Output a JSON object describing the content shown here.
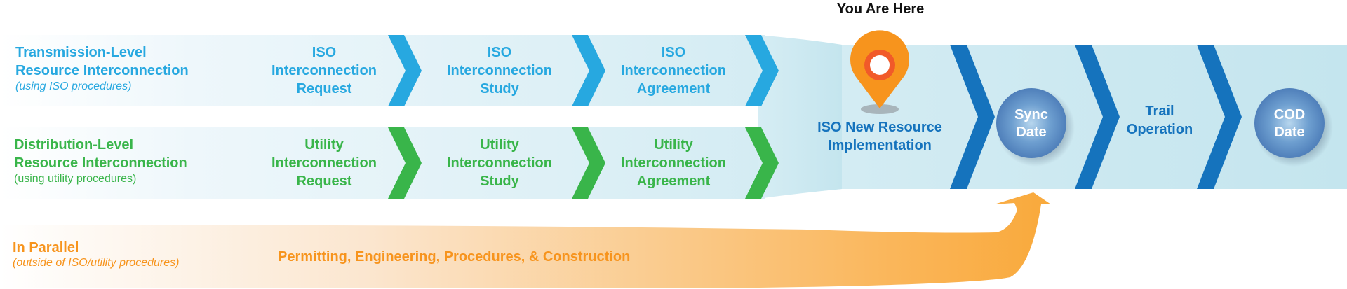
{
  "colors": {
    "transmission": "#27a8e0",
    "distribution": "#39b54a",
    "parallel": "#f7941d",
    "main_chevron": "#1573bd",
    "pin_outer": "#f7941d",
    "pin_ring": "#f15a29"
  },
  "marker": {
    "label": "You Are Here",
    "icon": "map-pin-icon"
  },
  "lanes": {
    "transmission": {
      "title_line1": "Transmission-Level",
      "title_line2": "Resource Interconnection",
      "subtitle": "(using ISO procedures)",
      "steps": [
        {
          "lines": [
            "ISO",
            "Interconnection",
            "Request"
          ]
        },
        {
          "lines": [
            "ISO",
            "Interconnection",
            "Study"
          ]
        },
        {
          "lines": [
            "ISO",
            "Interconnection",
            "Agreement"
          ]
        }
      ]
    },
    "distribution": {
      "title_line1": "Distribution-Level",
      "title_line2": "Resource Interconnection",
      "subtitle": "(using utility procedures)",
      "steps": [
        {
          "lines": [
            "Utility",
            "Interconnection",
            "Request"
          ]
        },
        {
          "lines": [
            "Utility",
            "Interconnection",
            "Study"
          ]
        },
        {
          "lines": [
            "Utility",
            "Interconnection",
            "Agreement"
          ]
        }
      ]
    },
    "parallel": {
      "title": "In Parallel",
      "subtitle": "(outside of ISO/utility procedures)",
      "activity": "Permitting, Engineering, Procedures, & Construction"
    }
  },
  "main": {
    "implementation": {
      "line1": "ISO New Resource",
      "line2": "Implementation"
    },
    "sync": {
      "line1": "Sync",
      "line2": "Date"
    },
    "trial": {
      "line1": "Trail",
      "line2": "Operation"
    },
    "cod": {
      "line1": "COD",
      "line2": "Date"
    }
  }
}
